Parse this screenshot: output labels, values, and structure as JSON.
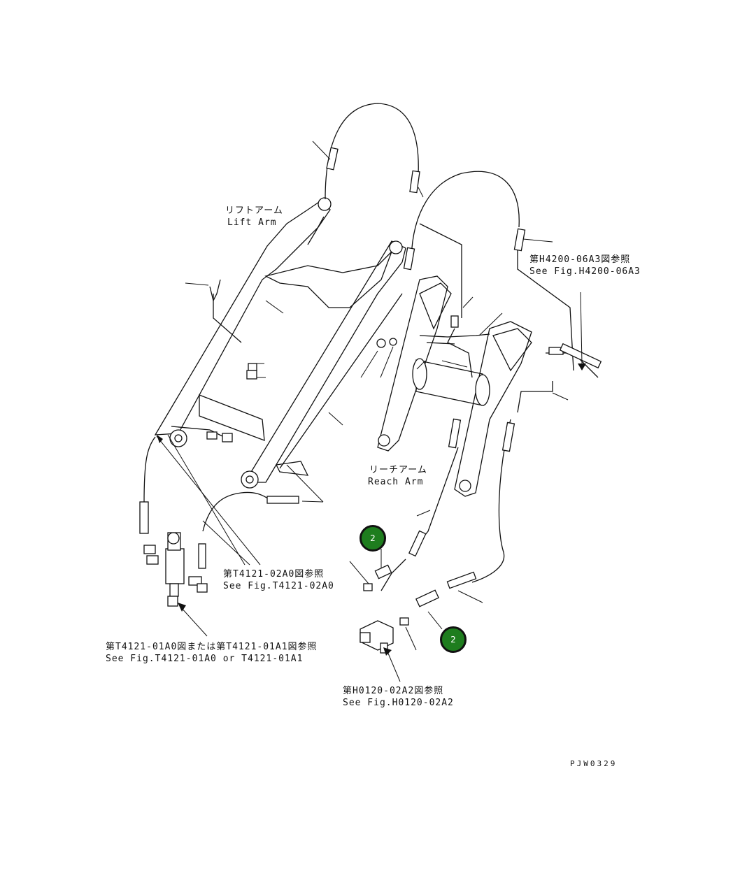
{
  "labels": {
    "lift_arm_jp": "リフトアーム",
    "lift_arm_en": "Lift Arm",
    "reach_arm_jp": "リーチアーム",
    "reach_arm_en": "Reach Arm",
    "ref_h4200_jp": "第H4200-06A3図参照",
    "ref_h4200_en": "See Fig.H4200-06A3",
    "ref_t4121_02_jp": "第T4121-02A0図参照",
    "ref_t4121_02_en": "See Fig.T4121-02A0",
    "ref_t4121_01_jp": "第T4121-01A0図または第T4121-01A1図参照",
    "ref_t4121_01_en": "See Fig.T4121-01A0 or T4121-01A1",
    "ref_h0120_jp": "第H0120-02A2図参照",
    "ref_h0120_en": "See Fig.H0120-02A2",
    "drawing_code": "PJW0329"
  },
  "callouts": [
    {
      "number": "2",
      "color": "#1e7d1e"
    },
    {
      "number": "2",
      "color": "#1e7d1e"
    }
  ]
}
